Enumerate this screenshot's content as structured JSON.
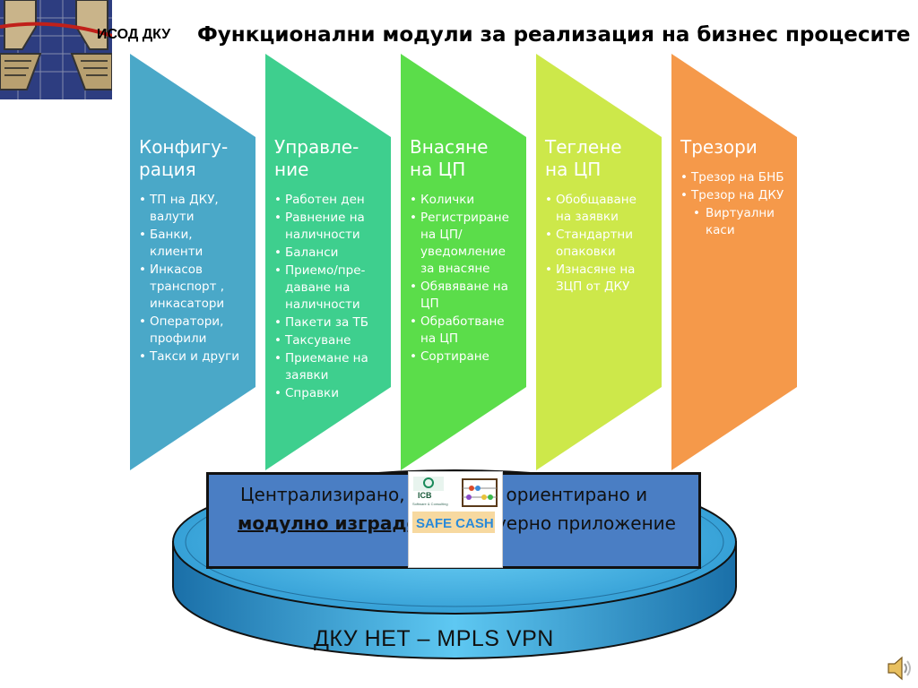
{
  "header": {
    "app_name": "ИСОД ДКУ",
    "title": "Функционални модули за реализация на бизнес процесите"
  },
  "modules": [
    {
      "title_lines": [
        "Конфигу-",
        "рация"
      ],
      "color": "#4aa8c8",
      "items": [
        "ТП на ДКУ, валути",
        "Банки, клиенти",
        "Инкасов транспорт , инкасатори",
        "Оператори, профили",
        "Такси и други"
      ],
      "sub_items": []
    },
    {
      "title_lines": [
        "Управле-",
        "ние"
      ],
      "color": "#3ecf8e",
      "items": [
        "Работен ден",
        "Равнение на наличности",
        "Баланси",
        "Приемо/пре-даване на наличности",
        "Пакети за ТБ",
        "Таксуване",
        "Приемане на заявки",
        "Справки"
      ],
      "sub_items": []
    },
    {
      "title_lines": [
        "Внасяне",
        "на ЦП"
      ],
      "color": "#5bdd4a",
      "items": [
        "Колички",
        "Регистриране на ЦП/ уведомление за внасяне",
        "Обявяване на ЦП",
        "Обработване на ЦП",
        "Сортиране"
      ],
      "sub_items": []
    },
    {
      "title_lines": [
        "Теглене",
        "на ЦП"
      ],
      "color": "#cde84a",
      "items": [
        "Обобщаване на заявки",
        "Стандартни опаковки",
        "Изнасяне на ЗЦП от ДКУ"
      ],
      "sub_items": []
    },
    {
      "title_lines": [
        "Трезори",
        ""
      ],
      "color": "#f5994a",
      "items": [
        "Трезор на БНБ",
        "Трезор на ДКУ"
      ],
      "sub_items": [
        "Виртуални каси"
      ]
    }
  ],
  "center": {
    "line1": "Централизирано, процесно ориентирано и",
    "line2_bold": "модулно изградено",
    "line2_rest": " софтуерно приложение"
  },
  "product": {
    "brand": "ICB",
    "tagline": "Software & Consulting",
    "name": "SAFE CASH"
  },
  "network": {
    "label": "ДКУ НЕТ – MPLS VPN"
  },
  "icons": {
    "logo": "computers-globe-logo",
    "audio": "speaker-icon"
  }
}
